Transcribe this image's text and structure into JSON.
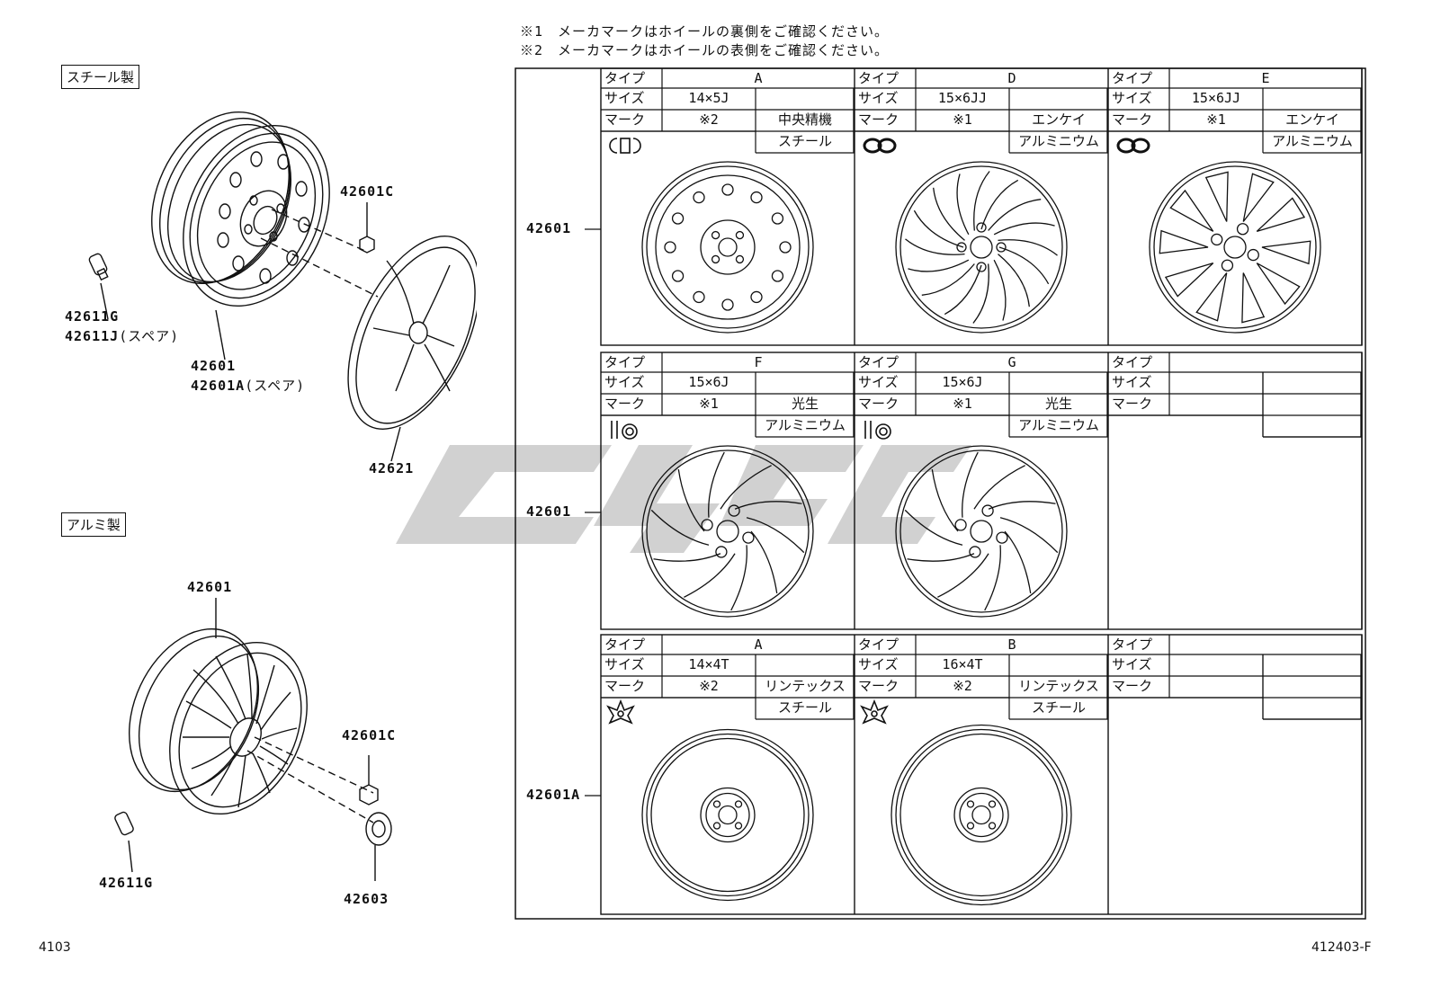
{
  "notes": [
    "※1　メーカマークはホイールの裏側をご確認ください。",
    "※2　メーカマークはホイールの表側をご確認ください。"
  ],
  "left": {
    "steel": {
      "title": "スチール製",
      "parts": {
        "cap_nut": "42601C",
        "valve_1": "42611G",
        "valve_2": "42611J",
        "valve_2_note": "(スペア)",
        "wheel_1": "42601",
        "wheel_2": "42601A",
        "wheel_2_note": "(スペア)",
        "cover": "42621"
      }
    },
    "alloy": {
      "title": "アルミ製",
      "parts": {
        "wheel": "42601",
        "cap_nut": "42601C",
        "valve": "42611G",
        "ornament": "42603"
      }
    }
  },
  "table": {
    "labels": {
      "type": "タイプ",
      "size": "サイズ",
      "mark": "マーク"
    },
    "row_labels": [
      "42601",
      "42601",
      "42601A"
    ],
    "rows": [
      [
        {
          "type": "A",
          "size": "14×5J",
          "mark": "※2",
          "maker": "中央精機",
          "material": "スチール",
          "icon": "chuo-logo-icon",
          "wheel": "steel-holes"
        },
        {
          "type": "D",
          "size": "15×6JJ",
          "mark": "※1",
          "maker": "エンケイ",
          "material": "アルミニウム",
          "icon": "enkei-logo-icon",
          "wheel": "alloy-swirl"
        },
        {
          "type": "E",
          "size": "15×6JJ",
          "mark": "※1",
          "maker": "エンケイ",
          "material": "アルミニウム",
          "icon": "enkei-logo-icon",
          "wheel": "alloy-ten-spoke"
        }
      ],
      [
        {
          "type": "F",
          "size": "15×6J",
          "mark": "※1",
          "maker": "光生",
          "material": "アルミニウム",
          "icon": "kosei-logo-icon",
          "wheel": "alloy-twist"
        },
        {
          "type": "G",
          "size": "15×6J",
          "mark": "※1",
          "maker": "光生",
          "material": "アルミニウム",
          "icon": "kosei-logo-icon",
          "wheel": "alloy-twist"
        },
        {
          "type": "",
          "size": "",
          "mark": "",
          "maker": "",
          "material": "",
          "icon": "",
          "wheel": ""
        }
      ],
      [
        {
          "type": "A",
          "size": "14×4T",
          "mark": "※2",
          "maker": "リンテックス",
          "material": "スチール",
          "icon": "lintex-logo-icon",
          "wheel": "spare-plain"
        },
        {
          "type": "B",
          "size": "16×4T",
          "mark": "※2",
          "maker": "リンテックス",
          "material": "スチール",
          "icon": "lintex-logo-icon",
          "wheel": "spare-plain-large"
        },
        {
          "type": "",
          "size": "",
          "mark": "",
          "maker": "",
          "material": "",
          "icon": "",
          "wheel": ""
        }
      ]
    ]
  },
  "footer": {
    "page": "4103",
    "ref": "412403-F"
  }
}
